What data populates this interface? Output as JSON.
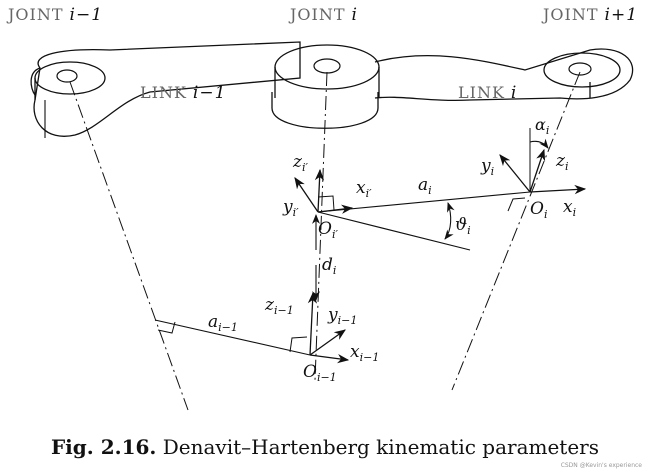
{
  "joints": {
    "prev": "JOINT",
    "prev_idx": "i−1",
    "curr": "JOINT",
    "curr_idx": "i",
    "next": "JOINT",
    "next_idx": "i+1"
  },
  "links": {
    "prev": "LINK",
    "prev_idx": "i−1",
    "curr": "LINK",
    "curr_idx": "i"
  },
  "frame_i": {
    "x": "x",
    "x_sub": "i",
    "y": "y",
    "y_sub": "i",
    "z": "z",
    "z_sub": "i",
    "O": "O",
    "O_sub": "i",
    "alpha": "α",
    "alpha_sub": "i"
  },
  "frame_iprime": {
    "x": "x",
    "x_sub": "i′",
    "y": "y",
    "y_sub": "i′",
    "z": "z",
    "z_sub": "i′",
    "O": "O",
    "O_sub": "i′"
  },
  "frame_im1": {
    "x": "x",
    "x_sub": "i−1",
    "y": "y",
    "y_sub": "i−1",
    "z": "z",
    "z_sub": "i−1",
    "O": "O",
    "O_sub": "i−1"
  },
  "params": {
    "a_i": "a",
    "a_i_sub": "i",
    "a_im1": "a",
    "a_im1_sub": "i−1",
    "d_i": "d",
    "d_i_sub": "i",
    "theta": "ϑ",
    "theta_sub": "i"
  },
  "caption": {
    "label": "Fig. 2.16.",
    "text": "Denavit–Hartenberg kinematic parameters"
  },
  "watermark": "CSDN @Kevin's experience"
}
